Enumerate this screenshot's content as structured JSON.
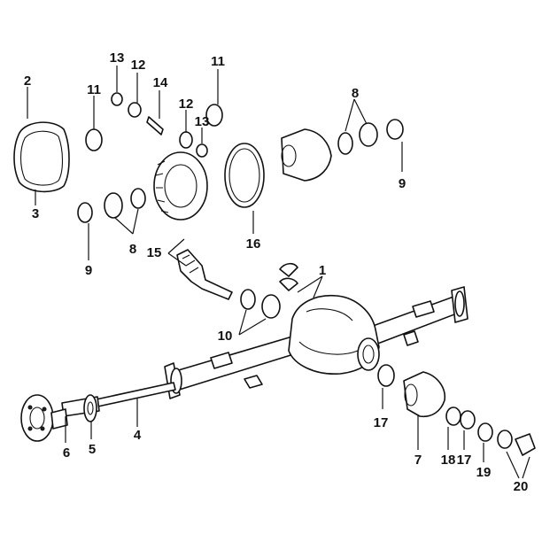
{
  "diagram": {
    "callouts": [
      {
        "id": "c1",
        "label": "1"
      },
      {
        "id": "c2",
        "label": "2"
      },
      {
        "id": "c3",
        "label": "3"
      },
      {
        "id": "c4",
        "label": "4"
      },
      {
        "id": "c5",
        "label": "5"
      },
      {
        "id": "c6",
        "label": "6"
      },
      {
        "id": "c7",
        "label": "7"
      },
      {
        "id": "c8a",
        "label": "8"
      },
      {
        "id": "c8b",
        "label": "8"
      },
      {
        "id": "c9a",
        "label": "9"
      },
      {
        "id": "c9b",
        "label": "9"
      },
      {
        "id": "c10",
        "label": "10"
      },
      {
        "id": "c11a",
        "label": "11"
      },
      {
        "id": "c11b",
        "label": "11"
      },
      {
        "id": "c12a",
        "label": "12"
      },
      {
        "id": "c12b",
        "label": "12"
      },
      {
        "id": "c13a",
        "label": "13"
      },
      {
        "id": "c13b",
        "label": "13"
      },
      {
        "id": "c14",
        "label": "14"
      },
      {
        "id": "c15",
        "label": "15"
      },
      {
        "id": "c16",
        "label": "16"
      },
      {
        "id": "c17a",
        "label": "17"
      },
      {
        "id": "c17b",
        "label": "17"
      },
      {
        "id": "c18",
        "label": "18"
      },
      {
        "id": "c19",
        "label": "19"
      },
      {
        "id": "c20",
        "label": "20"
      }
    ]
  }
}
